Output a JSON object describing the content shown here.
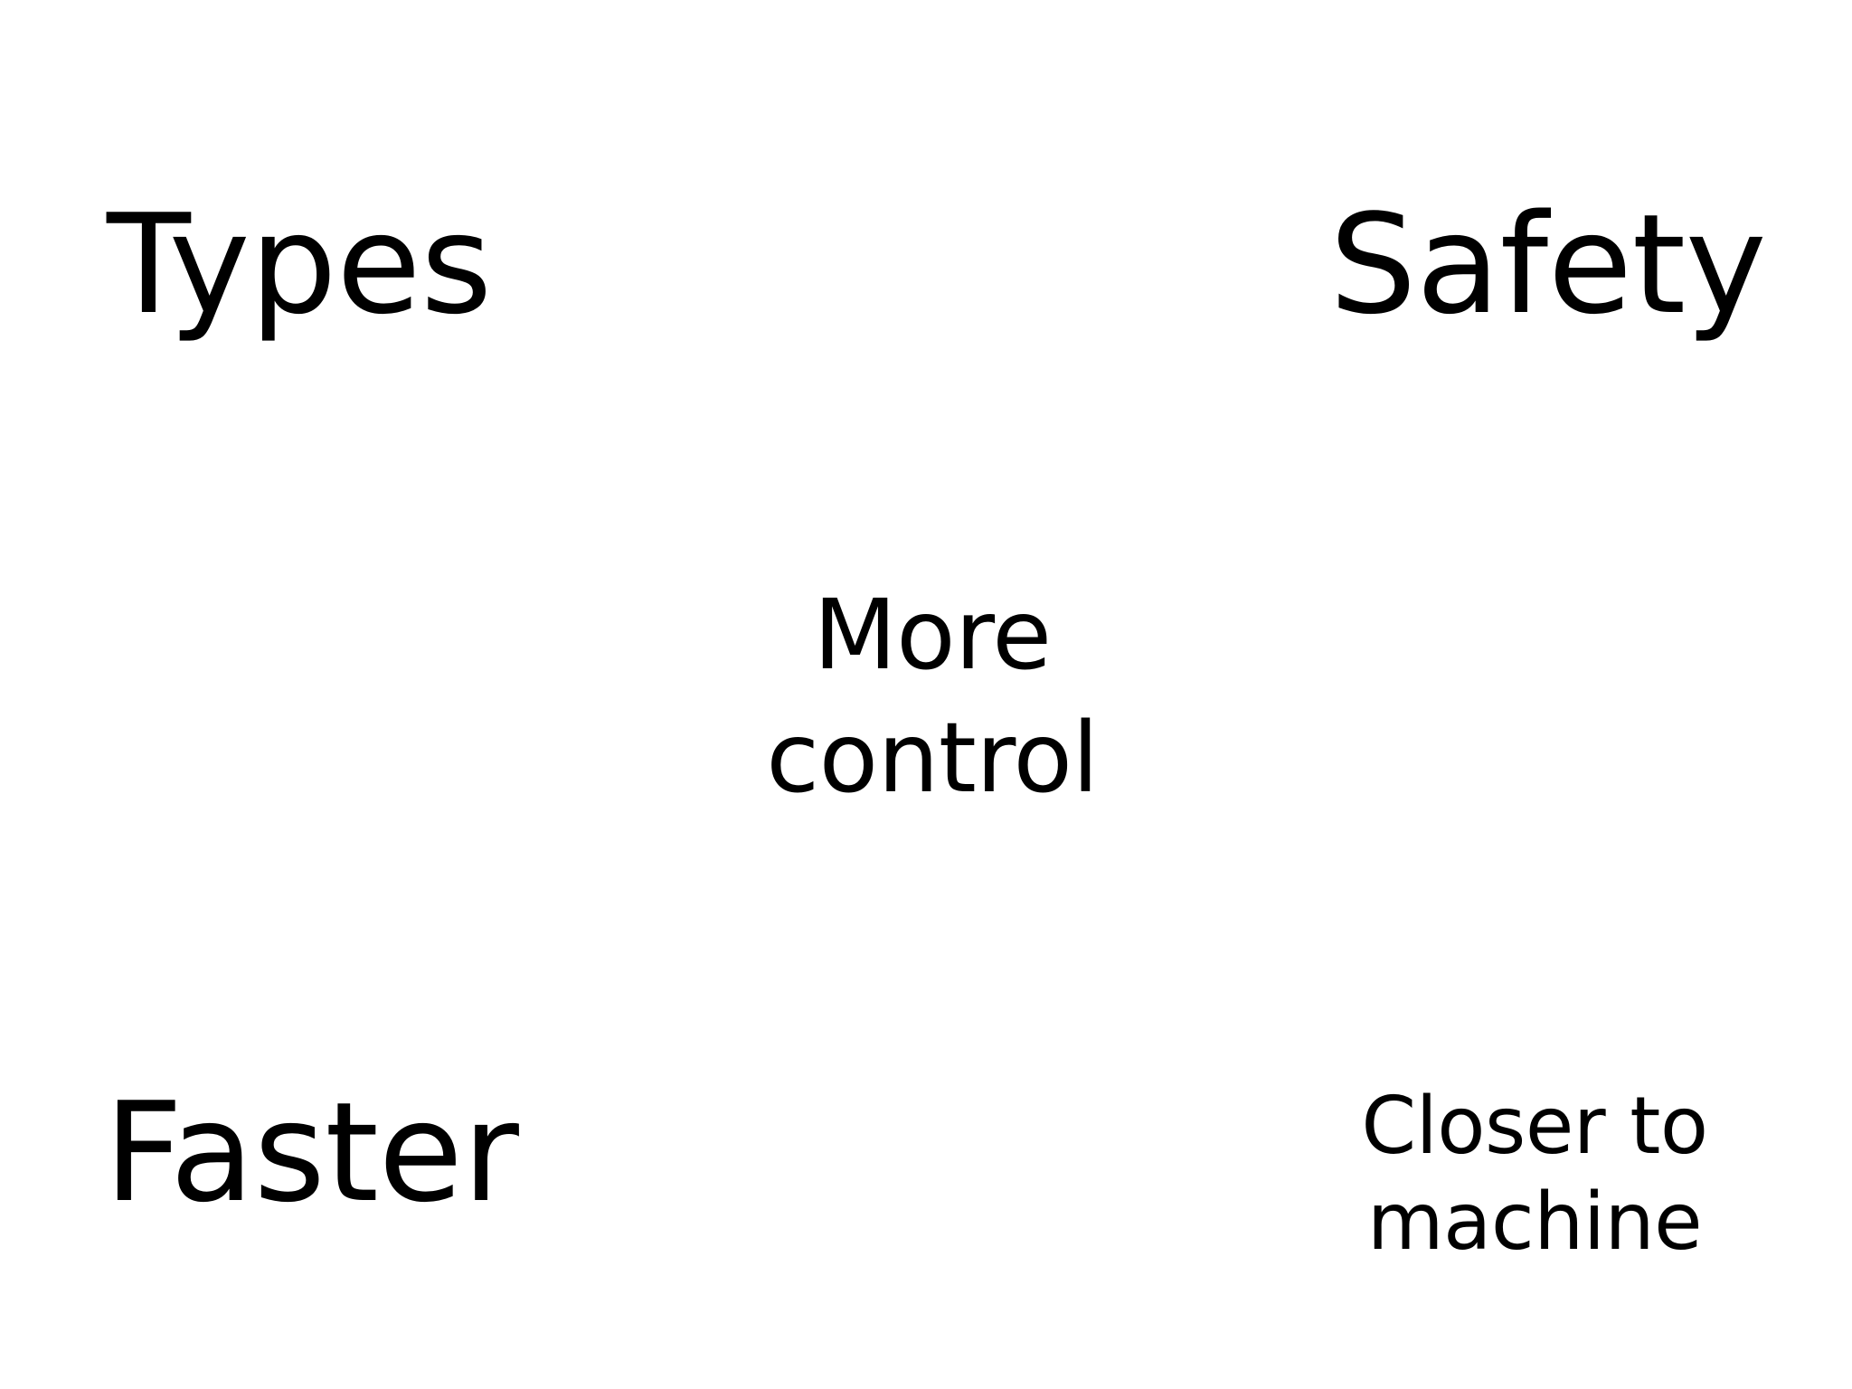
{
  "slide": {
    "background_color": "#ffffff",
    "text_color": "#000000",
    "labels": [
      {
        "id": "types",
        "text": "Types",
        "position": "top-left"
      },
      {
        "id": "safety",
        "text": "Safety",
        "position": "top-right"
      },
      {
        "id": "control",
        "text": "More\ncontrol",
        "position": "center"
      },
      {
        "id": "faster",
        "text": "Faster",
        "position": "bottom-left"
      },
      {
        "id": "machine",
        "text": "Closer to\nmachine",
        "position": "bottom-right"
      }
    ]
  }
}
